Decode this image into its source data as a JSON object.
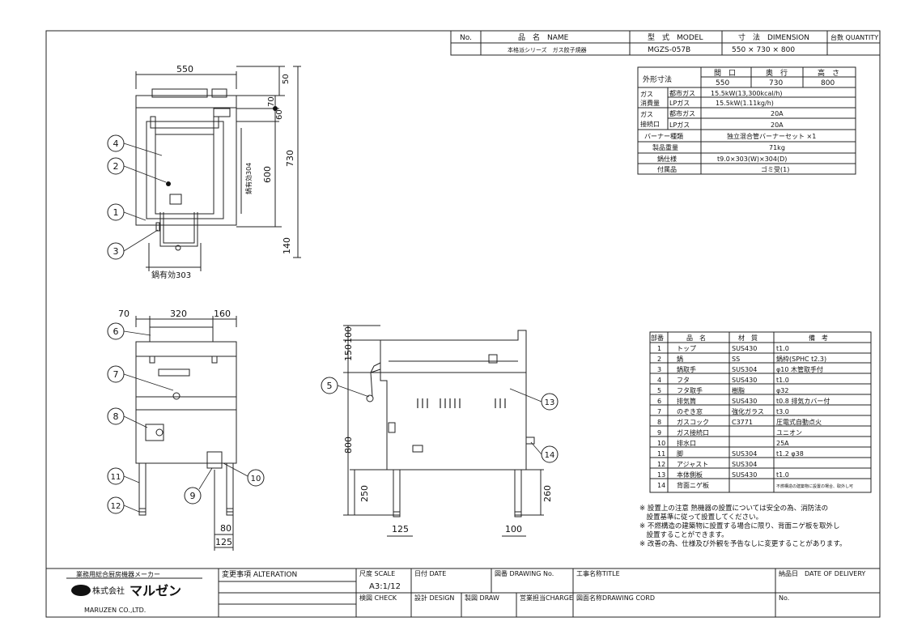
{
  "title_block": {
    "no_label": "No.",
    "name_label": "品　名　NAME",
    "name_value": "本格派シリーズ　ガス餃子焼器",
    "model_label": "型　式　MODEL",
    "model_value": "MGZS-057B",
    "dimension_label": "寸　法　DIMENSION",
    "dimension_value": "550 × 730 × 800",
    "quantity_label": "台数 QUANTITY"
  },
  "spec_table": {
    "outer_dim_label": "外形寸法",
    "width_label": "間　口",
    "depth_label": "奥　行",
    "height_label": "高　さ",
    "width_value": "550",
    "depth_value": "730",
    "height_value": "800",
    "gas_consumption_label": "ガス\n消費量",
    "city_gas_label": "都市ガス",
    "lp_gas_label": "LPガス",
    "city_gas_consumption": "15.5kW(13,300kcal/h)",
    "lp_gas_consumption": "15.5kW(1.11kg/h)",
    "gas_connection_label": "ガス\n接続口",
    "city_gas_connection": "20A",
    "lp_gas_connection": "20A",
    "burner_label": "バーナー種類",
    "burner_value": "独立混合管バーナーセット ×1",
    "weight_label": "製品重量",
    "weight_value": "71kg",
    "pan_label": "鍋仕様",
    "pan_value": "t9.0×303(W)×304(D)",
    "accessory_label": "付属品",
    "accessory_value": "ゴミ受(1)"
  },
  "parts_table": {
    "headers": [
      "部番",
      "品　名",
      "材　質",
      "備　考"
    ],
    "rows": [
      [
        "1",
        "トップ",
        "SUS430",
        "t1.0"
      ],
      [
        "2",
        "鍋",
        "SS",
        "鍋枠(SPHC t2.3)"
      ],
      [
        "3",
        "鍋取手",
        "SUS304",
        "φ10 木管取手付"
      ],
      [
        "4",
        "フタ",
        "SUS430",
        "t1.0"
      ],
      [
        "5",
        "フタ取手",
        "樹脂",
        "φ32"
      ],
      [
        "6",
        "排気筒",
        "SUS430",
        "t0.8 排気カバー付"
      ],
      [
        "7",
        "のぞき窓",
        "強化ガラス",
        "t3.0"
      ],
      [
        "8",
        "ガスコック",
        "C3771",
        "圧電式自動点火"
      ],
      [
        "9",
        "ガス接続口",
        "",
        "ユニオン"
      ],
      [
        "10",
        "排水口",
        "",
        "25A"
      ],
      [
        "11",
        "脚",
        "SUS304",
        "t1.2 φ38"
      ],
      [
        "12",
        "アジャスト",
        "SUS304",
        ""
      ],
      [
        "13",
        "本体側板",
        "SUS430",
        "t1.0"
      ],
      [
        "14",
        "背面ニゲ板",
        "",
        "不燃構造の建築物に設置の場合、取外し可"
      ]
    ]
  },
  "notes": [
    "※ 設置上の注意 熱機器の設置については安全の為、消防法の",
    "　設置基準に従って設置してください。",
    "※ 不燃構造の建築物に設置する場合に限り、背面ニゲ板を取外し",
    "　設置することができます。",
    "※ 改善の為、仕様及び外観を予告なしに変更することがあります。"
  ],
  "top_view": {
    "dim_width": "550",
    "dim_top": "50",
    "dim_70": "70",
    "dim_60": "60",
    "dim_depth": "730",
    "dim_600": "600",
    "dim_140": "140",
    "pan_depth_label": "鍋有効304",
    "pan_width_label": "鍋有効303",
    "part_callouts": [
      "4",
      "2",
      "1",
      "3"
    ]
  },
  "front_view": {
    "dim_70": "70",
    "dim_320": "320",
    "dim_160": "160",
    "dim_80": "80",
    "dim_125": "125",
    "part_callouts": [
      "6",
      "7",
      "8",
      "11",
      "12",
      "9",
      "10"
    ]
  },
  "side_view": {
    "dim_150": "150",
    "dim_100": "100",
    "dim_800": "800",
    "dim_250": "250",
    "dim_260": "260",
    "dim_125": "125",
    "dim_100b": "100",
    "part_callouts": [
      "5",
      "13",
      "14"
    ]
  },
  "footer": {
    "maker_tagline": "業務用総合厨房機器メーカー",
    "company_name_ja": "株式会社",
    "company_name_logo": "マルゼン",
    "company_name_en": "MARUZEN CO.,LTD.",
    "alteration_label": "変更事項 ALTERATION",
    "scale_label": "尺度 SCALE",
    "scale_value": "A3:1/12",
    "date_label": "日付 DATE",
    "drawing_no_label": "図番 DRAWING No.",
    "title_label": "工事名称TITLE",
    "delivery_label": "納品日　DATE OF DELIVERY",
    "check_label": "検図 CHECK",
    "design_label": "設計 DESIGN",
    "draw_label": "製図 DRAW",
    "charge_label": "営業担当CHARGE",
    "cord_label": "図面名称DRAWING CORD",
    "no_label": "No."
  }
}
